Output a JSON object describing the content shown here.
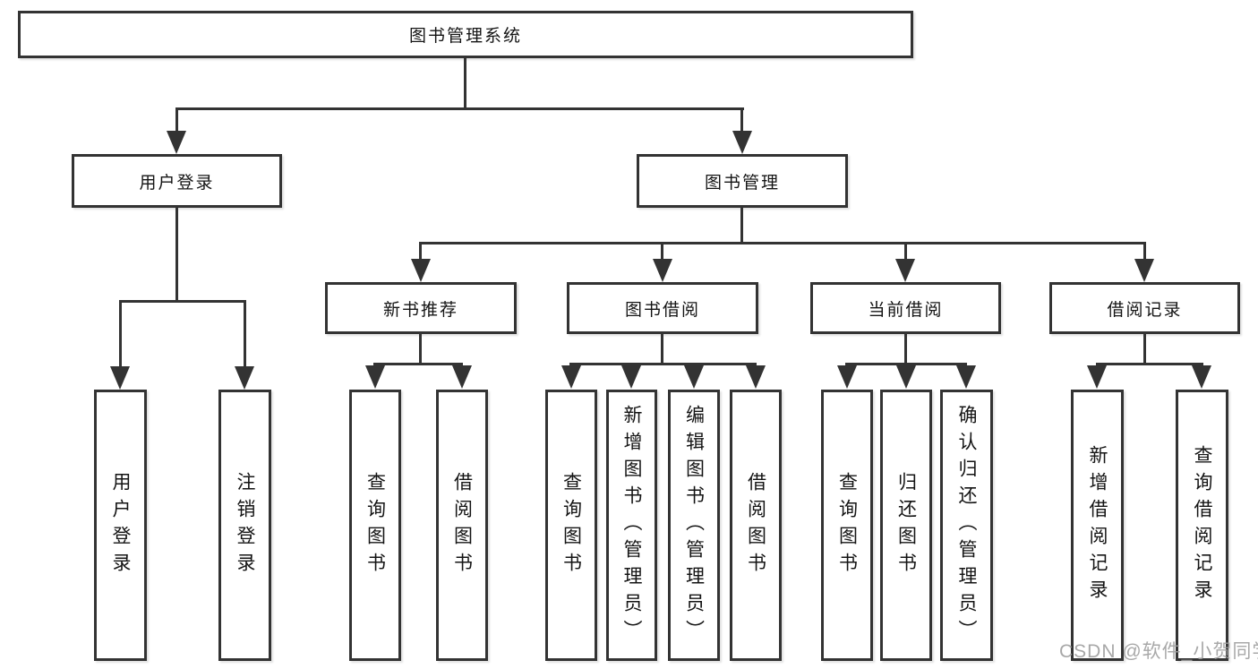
{
  "tree": {
    "root": "图书管理系统",
    "user_login": {
      "label": "用户登录",
      "children": [
        "用户登录",
        "注销登录"
      ]
    },
    "book_mgmt": {
      "label": "图书管理",
      "sections": {
        "new_books": {
          "label": "新书推荐",
          "children": [
            "查询图书",
            "借阅图书"
          ]
        },
        "book_borrow": {
          "label": "图书借阅",
          "children": [
            "查询图书",
            "新增图书（管理员）",
            "编辑图书（管理员）",
            "借阅图书"
          ]
        },
        "current_borrow": {
          "label": "当前借阅",
          "children": [
            "查询图书",
            "归还图书",
            "确认归还（管理员）"
          ]
        },
        "borrow_records": {
          "label": "借阅记录",
          "children": [
            "新增借阅记录",
            "查询借阅记录"
          ]
        }
      }
    }
  },
  "watermark": "CSDN @软件_小贺同学",
  "colors": {
    "line": "#333333",
    "box_background": "#ffffff",
    "text": "#141414",
    "watermark": "#9e9e9e"
  }
}
